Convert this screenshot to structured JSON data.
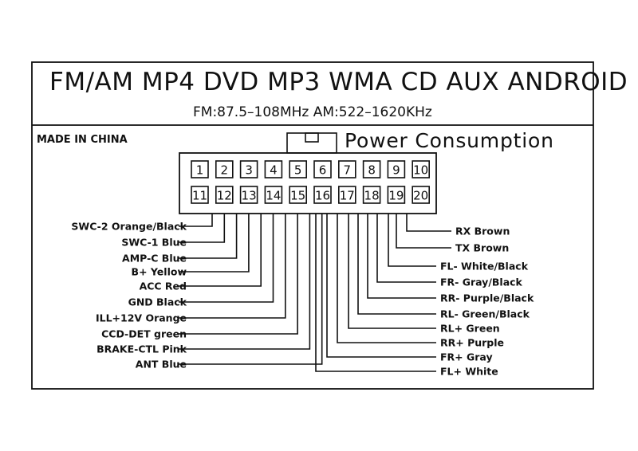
{
  "header": {
    "formats": "FM/AM MP4 DVD MP3 WMA CD AUX ANDROID",
    "frequency": "FM:87.5–108MHz   AM:522–1620KHz"
  },
  "made_in": "MADE IN CHINA",
  "connector_title": "Power Consumption",
  "pins_top": [
    "1",
    "2",
    "3",
    "4",
    "5",
    "6",
    "7",
    "8",
    "9",
    "10"
  ],
  "pins_bottom": [
    "11",
    "12",
    "13",
    "14",
    "15",
    "16",
    "17",
    "18",
    "19",
    "20"
  ],
  "left_labels": [
    "SWC-2 Orange/Black",
    "SWC-1 Blue",
    "AMP-C Blue",
    "B+ Yellow",
    "ACC  Red",
    "GND  Black",
    "ILL+12V Orange",
    "CCD-DET green",
    "BRAKE-CTL Pink",
    "ANT  Blue"
  ],
  "right_labels": [
    "RX Brown",
    "TX Brown",
    "FL-  White/Black",
    "FR-  Gray/Black",
    "RR-  Purple/Black",
    "RL-  Green/Black",
    "RL+  Green",
    "RR+  Purple",
    "FR+  Gray",
    "FL+  White"
  ]
}
